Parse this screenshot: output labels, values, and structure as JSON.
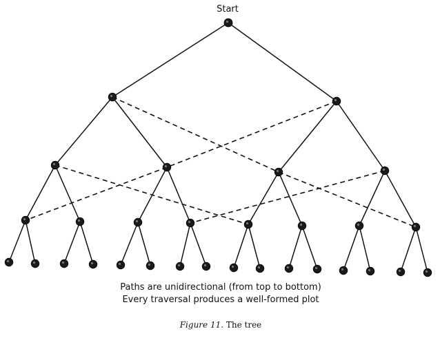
{
  "start_label": "Start",
  "caption_line1": "Paths are unidirectional (from top to bottom)",
  "caption_line2": "Every traversal produces a well-formed plot",
  "figure": {
    "label": "Figure 11.",
    "title": "The tree"
  },
  "tree": {
    "nodes": [
      {
        "id": "root",
        "level": 0
      },
      {
        "id": "a",
        "level": 1
      },
      {
        "id": "b",
        "level": 1
      },
      {
        "id": "a1",
        "level": 2
      },
      {
        "id": "a2",
        "level": 2
      },
      {
        "id": "b1",
        "level": 2
      },
      {
        "id": "b2",
        "level": 2
      },
      {
        "id": "a1a",
        "level": 3
      },
      {
        "id": "a1b",
        "level": 3
      },
      {
        "id": "a2a",
        "level": 3
      },
      {
        "id": "a2b",
        "level": 3
      },
      {
        "id": "b1a",
        "level": 3
      },
      {
        "id": "b1b",
        "level": 3
      },
      {
        "id": "b2a",
        "level": 3
      },
      {
        "id": "b2b",
        "level": 3
      },
      {
        "id": "l1",
        "level": 4
      },
      {
        "id": "l2",
        "level": 4
      },
      {
        "id": "l3",
        "level": 4
      },
      {
        "id": "l4",
        "level": 4
      },
      {
        "id": "l5",
        "level": 4
      },
      {
        "id": "l6",
        "level": 4
      },
      {
        "id": "l7",
        "level": 4
      },
      {
        "id": "l8",
        "level": 4
      },
      {
        "id": "l9",
        "level": 4
      },
      {
        "id": "l10",
        "level": 4
      },
      {
        "id": "l11",
        "level": 4
      },
      {
        "id": "l12",
        "level": 4
      },
      {
        "id": "l13",
        "level": 4
      },
      {
        "id": "l14",
        "level": 4
      },
      {
        "id": "l15",
        "level": 4
      },
      {
        "id": "l16",
        "level": 4
      }
    ],
    "solid_edges": [
      [
        "root",
        "a"
      ],
      [
        "root",
        "b"
      ],
      [
        "a",
        "a1"
      ],
      [
        "a",
        "a2"
      ],
      [
        "b",
        "b1"
      ],
      [
        "b",
        "b2"
      ],
      [
        "a1",
        "a1a"
      ],
      [
        "a1",
        "a1b"
      ],
      [
        "a2",
        "a2a"
      ],
      [
        "a2",
        "a2b"
      ],
      [
        "b1",
        "b1a"
      ],
      [
        "b1",
        "b1b"
      ],
      [
        "b2",
        "b2a"
      ],
      [
        "b2",
        "b2b"
      ],
      [
        "a1a",
        "l1"
      ],
      [
        "a1a",
        "l2"
      ],
      [
        "a1b",
        "l3"
      ],
      [
        "a1b",
        "l4"
      ],
      [
        "a2a",
        "l5"
      ],
      [
        "a2a",
        "l6"
      ],
      [
        "a2b",
        "l7"
      ],
      [
        "a2b",
        "l8"
      ],
      [
        "b1a",
        "l9"
      ],
      [
        "b1a",
        "l10"
      ],
      [
        "b1b",
        "l11"
      ],
      [
        "b1b",
        "l12"
      ],
      [
        "b2a",
        "l13"
      ],
      [
        "b2a",
        "l14"
      ],
      [
        "b2b",
        "l15"
      ],
      [
        "b2b",
        "l16"
      ]
    ],
    "dashed_edges": [
      [
        "a",
        "b1"
      ],
      [
        "b",
        "a2"
      ],
      [
        "a1",
        "b1a"
      ],
      [
        "a2",
        "a1a"
      ],
      [
        "b1",
        "b2b"
      ],
      [
        "b2",
        "a2b"
      ]
    ]
  }
}
